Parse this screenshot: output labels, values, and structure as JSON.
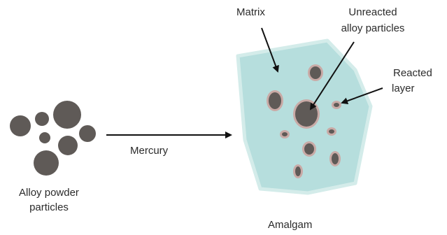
{
  "labels": {
    "matrix": "Matrix",
    "unreacted_line1": "Unreacted",
    "unreacted_line2": "alloy particles",
    "reacted_line1": "Reacted",
    "reacted_line2": "layer",
    "mercury": "Mercury",
    "alloy_line1": "Alloy powder",
    "alloy_line2": "particles",
    "amalgam": "Amalgam"
  },
  "colors": {
    "particle": "#5f5a57",
    "matrix_fill": "#b6dedd",
    "matrix_edge": "#d4ecea",
    "reacted_layer": "#c9aaa6",
    "arrow": "#111111",
    "text": "#2b2b2b"
  }
}
